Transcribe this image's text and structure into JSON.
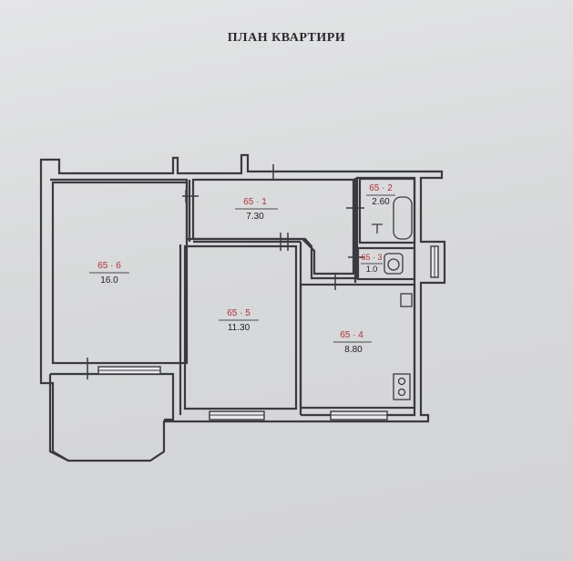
{
  "title": "ПЛАН КВАРТИРИ",
  "rooms": [
    {
      "number": "65 · 1",
      "area": "7.30"
    },
    {
      "number": "65 · 2",
      "area": "2.60"
    },
    {
      "number": "65 · 3",
      "area": "1.0"
    },
    {
      "number": "65 · 4",
      "area": "8.80"
    },
    {
      "number": "65 · 5",
      "area": "11.30"
    },
    {
      "number": "65 · 6",
      "area": "16.0"
    }
  ],
  "colors": {
    "wall": "#3a3a40",
    "room_number": "#b0303c",
    "area": "#1c1c22"
  }
}
